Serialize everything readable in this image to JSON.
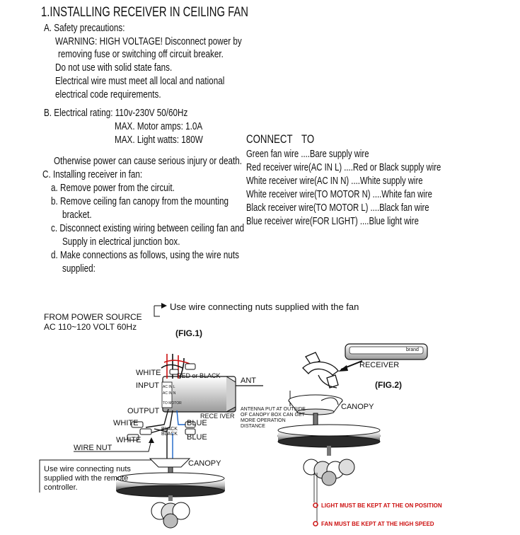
{
  "section": {
    "title": "1.INSTALLING RECEIVER IN CEILING FAN",
    "a_label": "A. Safety precautions:",
    "a_lines": [
      "WARNING: HIGH VOLTAGE!  Disconnect power by",
      "removing fuse or switching off circuit breaker.",
      "Do not use with solid state fans.",
      "Electrical wire must meet all local and national",
      "electrical code requirements."
    ],
    "b_label": "B. Electrical rating: 110v-230V  50/60Hz",
    "b_lines": [
      "MAX. Motor amps: 1.0A",
      "MAX. Light watts: 180W"
    ],
    "otherwise": "Otherwise power can cause serious injury or death.",
    "c_label": "C. Installing receiver in fan:",
    "c_steps": [
      "a. Remove power from the circuit.",
      "b. Remove ceiling fan canopy from the mounting",
      "bracket.",
      "c. Disconnect existing wiring between ceiling fan and",
      "Supply in electrical junction box.",
      "d. Make connections as follows, using the wire nuts",
      "supplied:"
    ]
  },
  "connect": {
    "header_connect": "CONNECT",
    "header_to": "TO",
    "rows": [
      "Green fan wire ....Bare supply wire",
      "Red receiver wire(AC IN L) ....Red or Black  supply wire",
      "White receiver wire(AC IN N) ....White supply wire",
      "White receiver wire(TO MOTOR N) ....White fan wire",
      "Black receiver wire(TO MOTOR L) ....Black fan wire",
      "Blue receiver wire(FOR LIGHT) ....Blue light wire"
    ]
  },
  "diagram": {
    "use_nuts_top": "Use wire connecting nuts supplied  with the fan",
    "from_power": "FROM POWER SOURCE",
    "ac_volt": "AC 110~120 VOLT 60Hz",
    "fig1": "(FIG.1)",
    "fig2": "(FIG.2)",
    "white_top": "WHITE",
    "input": "INPUT",
    "red_or_black": "RED or BLACK",
    "ant": "ANT",
    "output": "OUTPUT",
    "receiver1": "RECE IVER",
    "white_left1": "WHITE",
    "black1": "BLACK",
    "black2": "BLACK",
    "blue1": "BLUE",
    "blue2": "BLUE",
    "white_left2": "WHITE",
    "wire_nut": "WIRE NUT",
    "canopy1": "CANOPY",
    "use_nuts_bottom": [
      "Use wire connecting nuts",
      "supplied with the remote",
      "controller."
    ],
    "antenna_note": [
      "ANTENNA PUT AT OUTSIDE",
      "OF CANOPY BOX CAN GET",
      "MORE OPERATION",
      "DISTANCE"
    ],
    "receiver2": "RECEIVER",
    "canopy2": "CANOPY",
    "receiver_mark": "brand",
    "light_note": "LIGHT MUST BE  KEPT AT THE  ON POSITION",
    "fan_note": "FAN MUST BE KEPT AT THE HIGH SPEED",
    "box_in_l": "AC IN L",
    "box_in_n": "AC IN N",
    "box_out": "TO MOTOR"
  },
  "colors": {
    "red": "#cc1111",
    "blue": "#1a64c8",
    "ink": "#111111"
  }
}
